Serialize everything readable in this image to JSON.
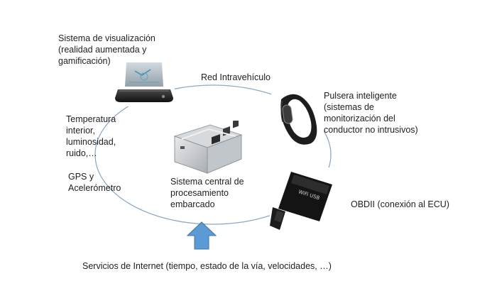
{
  "diagram": {
    "nodes": {
      "display": {
        "lines": [
          "Sistema de visualización",
          "(realidad aumentada y",
          "gamificación)"
        ],
        "icon": "hud-display-icon"
      },
      "network": {
        "label": "Red Intravehículo"
      },
      "bracelet": {
        "lines": [
          "Pulsera inteligente",
          "(sistemas de",
          "monitorización del",
          "conductor no intrusivos)"
        ],
        "icon": "smart-band-icon"
      },
      "sensors": {
        "lines": [
          "Temperatura",
          "interior,",
          "luminosidad,",
          "ruido,…"
        ]
      },
      "gps": {
        "lines": [
          "GPS y",
          "Acelerómetro"
        ]
      },
      "central": {
        "lines": [
          "Sistema central de",
          "procesamiento",
          "embarcado"
        ],
        "icon": "mini-computer-icon"
      },
      "obd": {
        "label": "OBDII (conexión al ECU)",
        "icon": "obd-adapter-icon",
        "device_text": "WiFi USB"
      },
      "internet": {
        "label": "Servicios de Internet (tiempo, estado de la vía, velocidades, …)",
        "icon": "up-arrow-icon"
      }
    },
    "colors": {
      "ring": "#8fa9c4",
      "arrow": "#5b9bd5",
      "arrow_edge": "#41719c",
      "text": "#1e1e1e"
    }
  }
}
